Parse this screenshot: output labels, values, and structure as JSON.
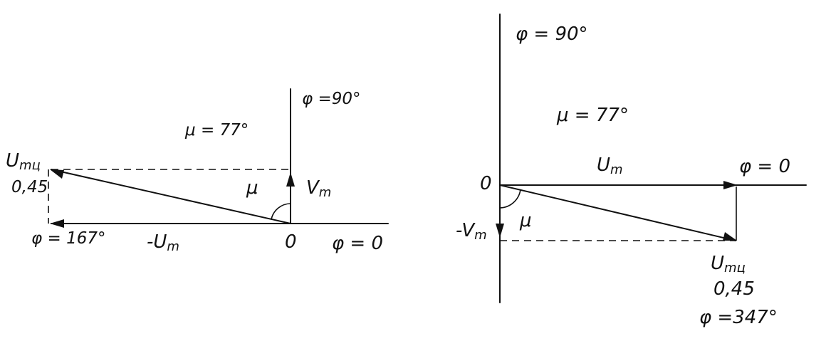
{
  "left_diagram": {
    "phi_90": "φ =90°",
    "mu_value": "μ = 77°",
    "vector_u_label": "U",
    "vector_u_sub": "mц",
    "vector_u_value": "0,45",
    "phi_167": "φ = 167°",
    "neg_um_label": "-U",
    "neg_um_sub": "m",
    "vm_label": "V",
    "vm_sub": "m",
    "mu_angle": "μ",
    "origin": "0",
    "phi_0": "φ = 0"
  },
  "right_diagram": {
    "phi_90": "φ = 90°",
    "mu_value": "μ = 77°",
    "um_label": "U",
    "um_sub": "m",
    "phi_0": "φ = 0",
    "origin": "0",
    "neg_vm_label": "-V",
    "neg_vm_sub": "m",
    "mu_angle": "μ",
    "vector_u_label": "U",
    "vector_u_sub": "mц",
    "vector_u_value": "0,45",
    "phi_347": "φ =347°"
  }
}
